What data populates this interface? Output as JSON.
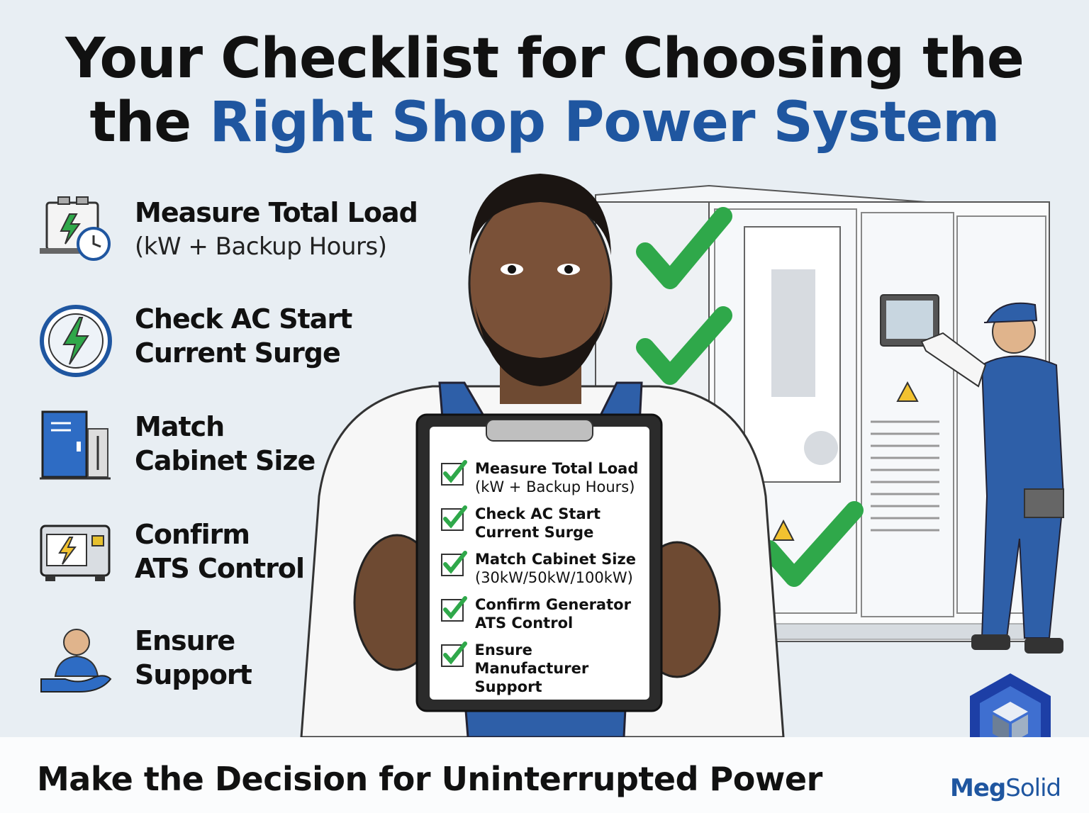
{
  "title": {
    "line1": "Your Checklist for Choosing the",
    "line2_prefix": "the ",
    "line2_accent": "Right Shop Power System"
  },
  "left_list": [
    {
      "icon": "battery-clock-icon",
      "head": "Measure Total Load",
      "sub": "(kW + Backup Hours)"
    },
    {
      "icon": "lightning-gauge-icon",
      "head": "Check AC Start",
      "sub": "Current Surge"
    },
    {
      "icon": "cabinet-size-icon",
      "head": "Match",
      "sub": "Cabinet Size"
    },
    {
      "icon": "generator-ats-icon",
      "head": "Confirm",
      "sub": "ATS Control"
    },
    {
      "icon": "support-hand-icon",
      "head": "Ensure",
      "sub": "Support"
    }
  ],
  "clipboard": [
    {
      "line1": "Measure Total Load",
      "line2": "(kW + Backup Hours)"
    },
    {
      "line1": "Check AC Start",
      "line2": "Current Surge"
    },
    {
      "line1": "Match Cabinet Size",
      "line2": "(30kW/50kW/100kW)"
    },
    {
      "line1": "Confirm Generator",
      "line2": "ATS Control"
    },
    {
      "line1": "Ensure Manufacturer",
      "line2": "Support"
    }
  ],
  "footer": {
    "tagline": "Make the Decision for Uninterrupted Power",
    "brand_bold": "Meg",
    "brand_light": "Solid"
  },
  "colors": {
    "accent": "#1f56a0",
    "check": "#2fa84a",
    "background": "#e8eef3"
  }
}
